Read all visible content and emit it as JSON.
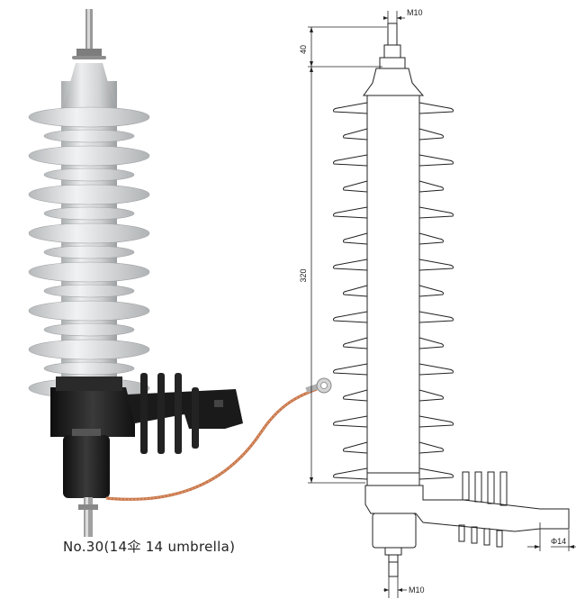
{
  "caption": "No.30(14伞 14 umbrella)",
  "dimensions": {
    "top_thread": "M10",
    "top_height": "40",
    "body_height": "320",
    "bottom_thread": "M10",
    "hole_diameter": "Φ14"
  },
  "colors": {
    "porcelain": "#d4d6d7",
    "bracket": "#1d1d1d",
    "wire": "#c7764a",
    "line": "#222222"
  },
  "sheds": {
    "large_count": 8,
    "small_count": 7
  }
}
